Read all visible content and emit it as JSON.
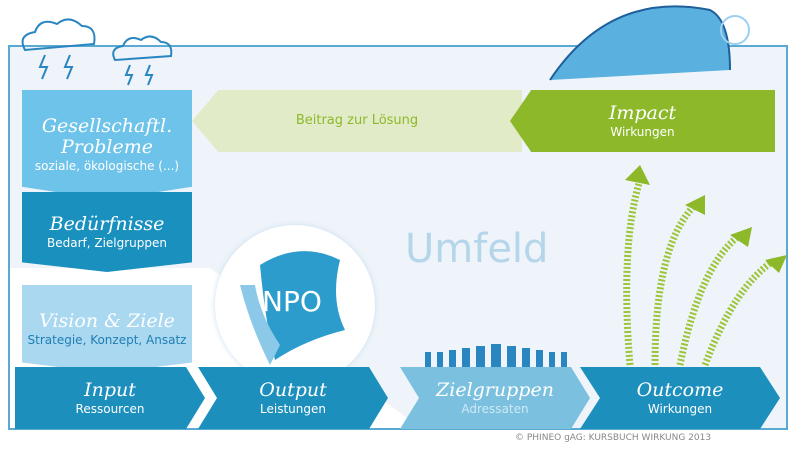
{
  "problems": {
    "title": "Gesellschaftl. Probleme",
    "sub": "soziale, ökologische (...)"
  },
  "contribution": {
    "label": "Beitrag zur Lösung"
  },
  "impact": {
    "title": "Impact",
    "sub": "Wirkungen"
  },
  "needs": {
    "title": "Bedürfnisse",
    "sub": "Bedarf, Zielgruppen"
  },
  "environment": {
    "label": "Umfeld"
  },
  "npo": {
    "label": "NPO"
  },
  "vision": {
    "title": "Vision & Ziele",
    "sub": "Strategie, Konzept, Ansatz"
  },
  "input": {
    "title": "Input",
    "sub": "Ressourcen"
  },
  "output": {
    "title": "Output",
    "sub": "Leistungen"
  },
  "targets": {
    "title": "Zielgruppen",
    "sub": "Adressaten"
  },
  "outcome": {
    "title": "Outcome",
    "sub": "Wirkungen"
  },
  "copyright": "© PHINEO gAG: KURSBUCH WIRKUNG 2013",
  "colors": {
    "dark": "#1a90bf",
    "light": "#6ec3ea",
    "green": "#8cb82a",
    "pale": "#e2ebc8"
  }
}
